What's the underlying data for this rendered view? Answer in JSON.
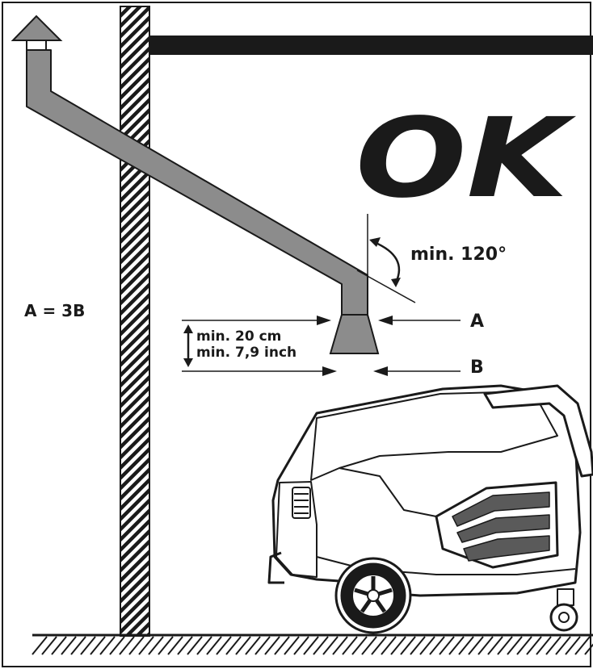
{
  "big_label": "OK",
  "ratio_label": "A = 3B",
  "angle_label": "min. 120°",
  "point_a_label": "A",
  "point_b_label": "B",
  "distance_metric_label": "min. 20 cm",
  "distance_imperial_label": "min. 7,9 inch",
  "colors": {
    "ink": "#1a1a1a",
    "flue_fill": "#8c8c8c",
    "background": "#ffffff"
  }
}
